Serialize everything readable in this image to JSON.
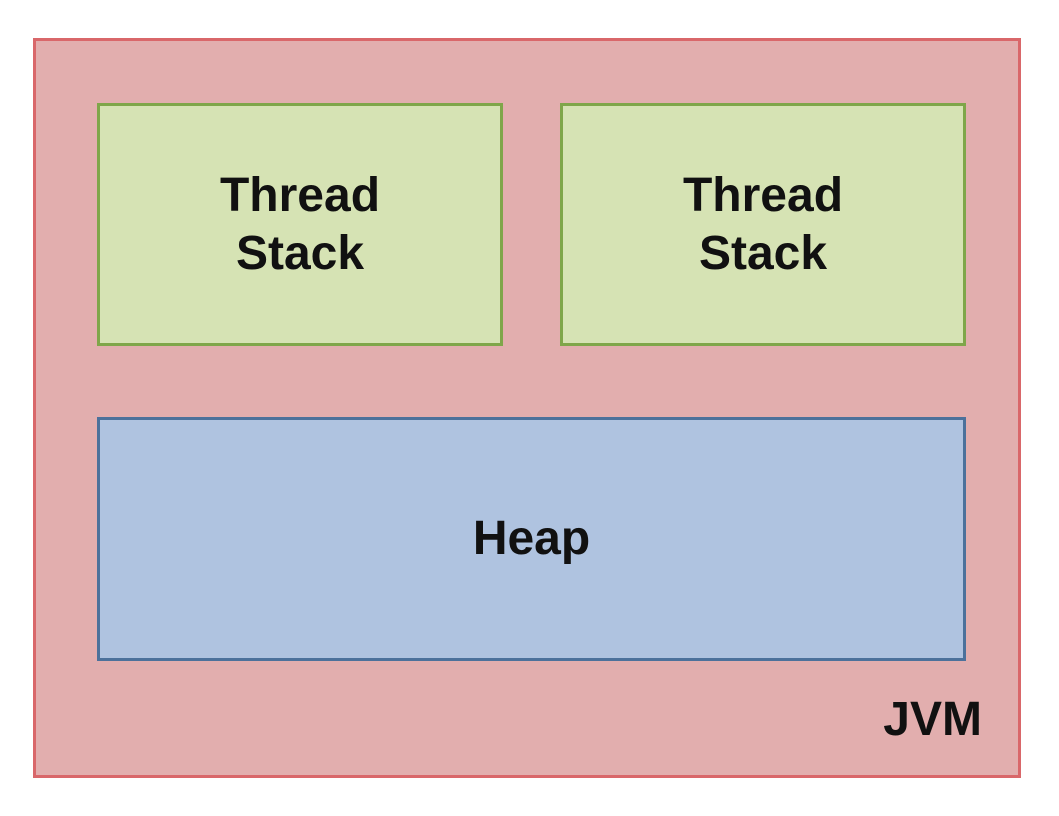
{
  "jvm": {
    "label": "JVM",
    "fill": "#e2aeae",
    "border": "#d9676a"
  },
  "thread_stacks": [
    {
      "line1": "Thread",
      "line2": "Stack",
      "fill": "#d6e3b4",
      "border": "#7fa64a"
    },
    {
      "line1": "Thread",
      "line2": "Stack",
      "fill": "#d6e3b4",
      "border": "#7fa64a"
    }
  ],
  "heap": {
    "label": "Heap",
    "fill": "#afc3e0",
    "border": "#4c719b"
  }
}
